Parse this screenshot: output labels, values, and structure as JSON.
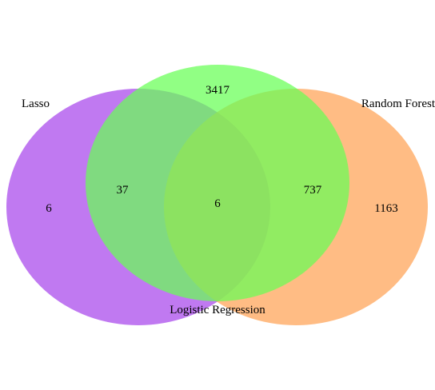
{
  "venn": {
    "colors": {
      "lasso": "#a745ec",
      "logistic_regression": "#66ff55",
      "random_forest": "#ffa255"
    },
    "sets": {
      "lasso": "Lasso",
      "logistic_regression": "Logistic Regression",
      "random_forest": "Random Forest"
    },
    "counts": {
      "lasso_only": "6",
      "logistic_regression_only": "3417",
      "random_forest_only": "1163",
      "lasso_and_logistic_regression": "37",
      "logistic_regression_and_random_forest": "737",
      "all_three": "6"
    }
  }
}
